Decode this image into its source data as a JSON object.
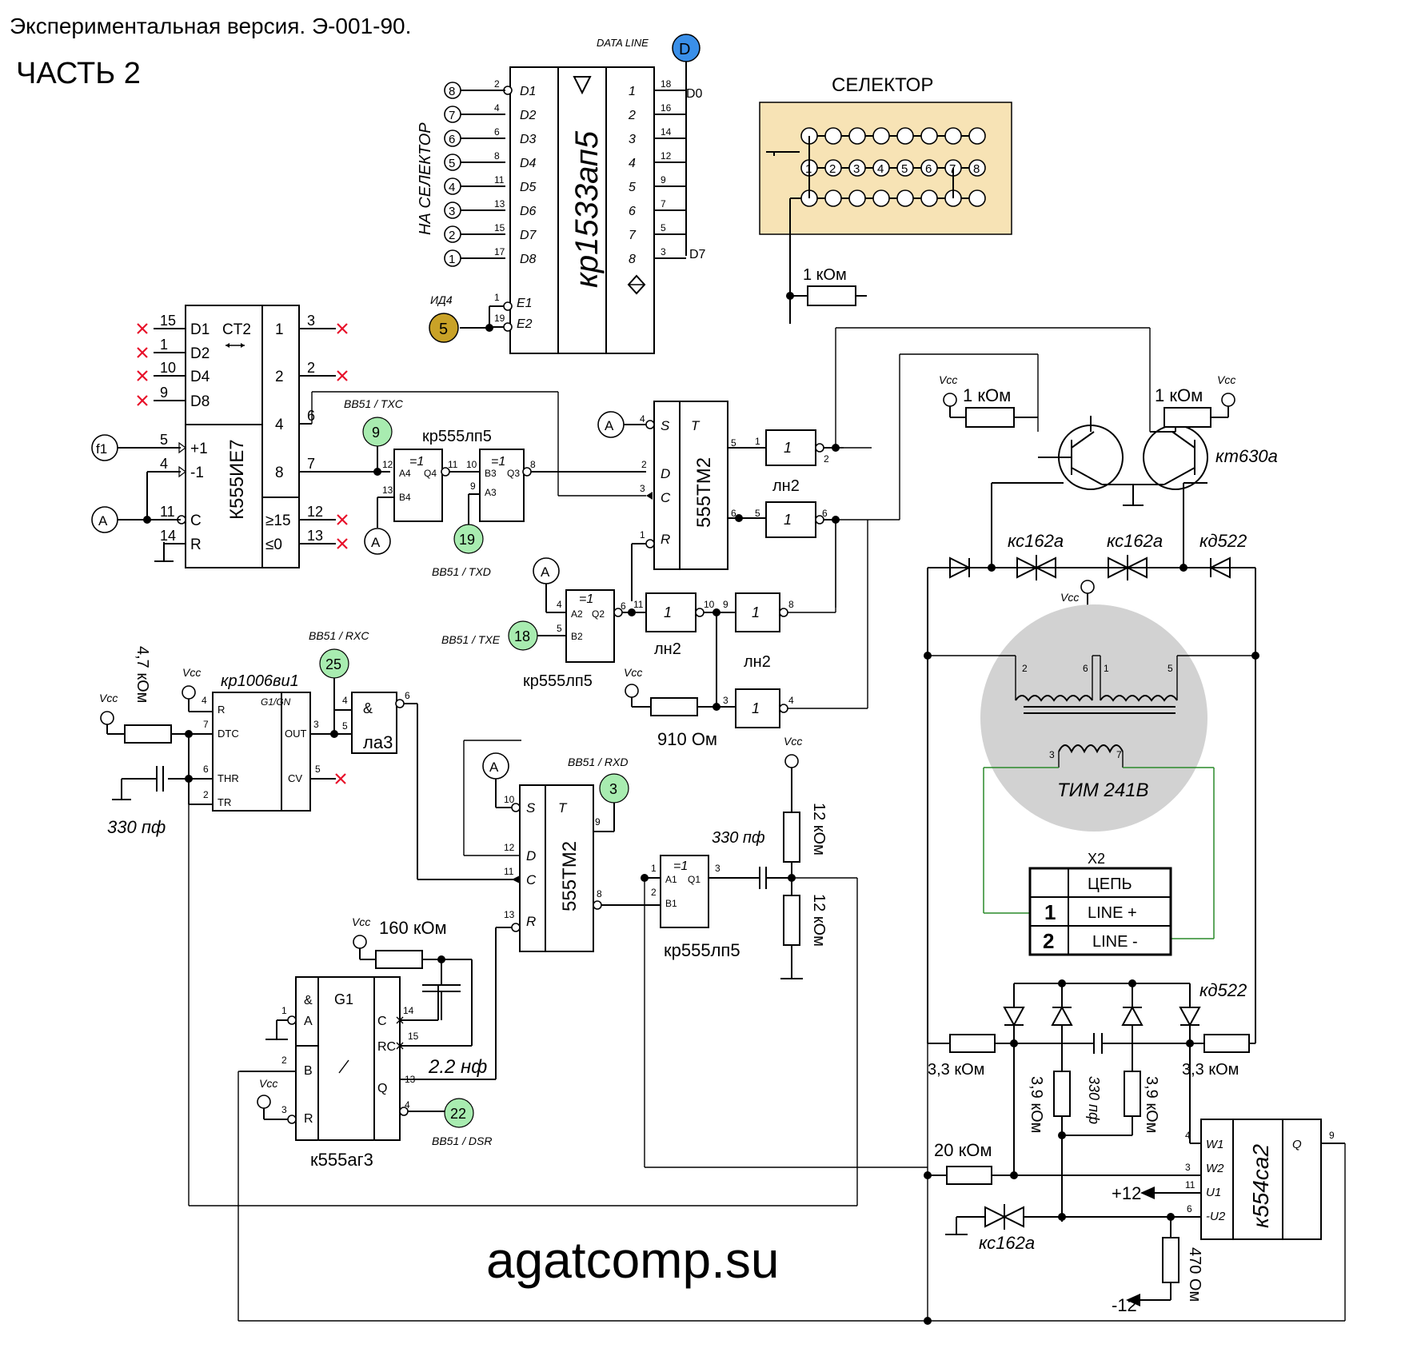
{
  "header": {
    "title": "Экспериментальная версия. Э-001-90.",
    "part": "ЧАСТЬ 2",
    "site": "agatcomp.su"
  },
  "colors": {
    "green_node": "#a8ecb0",
    "blue_node": "#3a8fe8",
    "gold_node": "#c9a227",
    "selector_bg": "#f7e3b5",
    "transformer_bg": "#d2d2d2",
    "no_connect": "#e8102a"
  },
  "labels": {
    "data_line": "DATA LINE",
    "na_selektor": "НА СЕЛЕКТОР",
    "id4": "ИД4",
    "selector": "СЕЛЕКТОР",
    "vcc": "Vcc",
    "f1": "f1",
    "node_A": "A",
    "node_D": "D",
    "d0": "D0",
    "d7": "D7",
    "plus12": "+12",
    "minus12": "-12"
  },
  "nodes": {
    "n9": "9",
    "n19": "19",
    "n18": "18",
    "n25": "25",
    "n3": "3",
    "n22": "22",
    "n5": "5"
  },
  "signals": {
    "txc": "BB51 / TXC",
    "txd": "BB51 / TXD",
    "txe": "BB51 / TXE",
    "rxc": "BB51 / RXC",
    "rxd": "BB51 / RXD",
    "dsr": "BB51 / DSR"
  },
  "chips": {
    "kp1533ap5": {
      "name": "кр1533ап5",
      "inputs": [
        "D1",
        "D2",
        "D3",
        "D4",
        "D5",
        "D6",
        "D7",
        "D8"
      ],
      "in_pins": [
        "2",
        "4",
        "6",
        "8",
        "11",
        "13",
        "15",
        "17"
      ],
      "outputs": [
        "1",
        "2",
        "3",
        "4",
        "5",
        "6",
        "7",
        "8"
      ],
      "out_pins": [
        "18",
        "16",
        "14",
        "12",
        "9",
        "7",
        "5",
        "3"
      ],
      "enables": [
        "E1",
        "E2"
      ],
      "en_pins": [
        "1",
        "19"
      ],
      "selector_nums": [
        "8",
        "7",
        "6",
        "5",
        "4",
        "3",
        "2",
        "1"
      ]
    },
    "k555ie7": {
      "name": "К555ИЕ7",
      "ct": "CT2",
      "left": [
        "D1",
        "D2",
        "D4",
        "D8",
        "+1",
        "-1",
        "C",
        "R"
      ],
      "left_pins": [
        "15",
        "1",
        "10",
        "9",
        "5",
        "4",
        "11",
        "14"
      ],
      "right": [
        "1",
        "2",
        "4",
        "8",
        "≥15",
        "≤0"
      ],
      "right_pins": [
        "3",
        "2",
        "6",
        "7",
        "12",
        "13"
      ]
    },
    "kp555lp5_a": {
      "name": "кр555лп5",
      "g1": "=1",
      "g2": "=1",
      "a4": "A4",
      "b4": "B4",
      "q4": "Q4",
      "b3": "B3",
      "a3": "A3",
      "q3": "Q3",
      "p12": "12",
      "p13": "13",
      "p11": "11",
      "p10": "10",
      "p9": "9",
      "p8": "8"
    },
    "tm2_top": {
      "name": "555ТМ2",
      "s": "S",
      "t": "T",
      "d": "D",
      "c": "C",
      "r": "R",
      "p4": "4",
      "p2": "2",
      "p3": "3",
      "p1": "1",
      "p5": "5",
      "p6": "6"
    },
    "ln2_a": {
      "name": "лн2",
      "one": "1",
      "p1": "1",
      "p2": "2"
    },
    "ln2_b": {
      "name": "лн2",
      "one": "1",
      "p5": "5",
      "p6": "6"
    },
    "kp555lp5_b": {
      "name": "кр555лп5",
      "g": "=1",
      "a2": "A2",
      "b2": "B2",
      "q2": "Q2",
      "p4": "4",
      "p5": "5",
      "p6": "6"
    },
    "ln2_c": {
      "name": "лн2",
      "one": "1",
      "p11": "11",
      "p10": "10"
    },
    "ln2_d": {
      "name": "лн2",
      "one": "1",
      "p9": "9",
      "p8": "8"
    },
    "ln2_e": {
      "one": "1",
      "p3": "3",
      "p4": "4"
    },
    "kp1006vi1": {
      "name": "кр1006ви1",
      "sub": "G1/GN",
      "r": "R",
      "dtc": "DTC",
      "thr": "THR",
      "tr": "TR",
      "out": "OUT",
      "cv": "CV",
      "p4": "4",
      "p7": "7",
      "p6": "6",
      "p2": "2",
      "p3": "3",
      "p5": "5"
    },
    "la3": {
      "name": "ла3",
      "g": "&",
      "p4": "4",
      "p5": "5",
      "p6": "6"
    },
    "tm2_bot": {
      "name": "555ТМ2",
      "s": "S",
      "t": "T",
      "d": "D",
      "c": "C",
      "r": "R",
      "p10": "10",
      "p9": "9",
      "p12": "12",
      "p11": "11",
      "p8": "8",
      "p13": "13"
    },
    "kp555lp5_c": {
      "name": "кр555лп5",
      "g": "=1",
      "a1": "A1",
      "b1": "B1",
      "q1": "Q1",
      "p1": "1",
      "p2": "2",
      "p3": "3"
    },
    "k555ag3": {
      "name": "к555аг3",
      "amp": "&",
      "a": "A",
      "b": "B",
      "r": "R",
      "g1": "G1",
      "c": "C",
      "rc": "RC",
      "q": "Q",
      "p1": "1",
      "p2": "2",
      "p3": "3",
      "p14": "14",
      "p15": "15",
      "p13": "13",
      "p4": "4"
    },
    "k554ca2": {
      "name": "к554са2",
      "w1": "W1",
      "w2": "W2",
      "u1": "U1",
      "u2": "-U2",
      "q": "Q",
      "p4": "4",
      "p3": "3",
      "p11": "11",
      "p6": "6",
      "p9": "9"
    }
  },
  "components": {
    "r_1k_sel": "1 кОм",
    "r_1k_l": "1 кОм",
    "r_1k_r": "1 кОм",
    "kt630a": "кт630а",
    "kc162a_1": "кс162а",
    "kc162a_2": "кс162а",
    "kd522_top": "кд522",
    "kd522_bot": "кд522",
    "r_47k": "4,7 кОм",
    "c_330_a": "330 пф",
    "r_910": "910 Ом",
    "c_330_b": "330 пф",
    "r_12k_a": "12 кОм",
    "r_12k_b": "12 кОм",
    "r_160k": "160 кОм",
    "c_22n": "2.2 нф",
    "transformer": "ТИМ 241В",
    "tr_p2": "2",
    "tr_p6": "6",
    "tr_p1": "1",
    "tr_p5": "5",
    "tr_p3": "3",
    "tr_p7": "7",
    "r_33k_a": "3,3 кОм",
    "r_33k_b": "3,3 кОм",
    "r_39k_a": "3,9 кОм",
    "r_39k_b": "3,9 кОм",
    "c_330_v": "330 пф",
    "r_20k": "20 кОм",
    "kc162a_3": "кс162а",
    "r_470": "470 Ом"
  },
  "connector": {
    "title": "X2",
    "header": "ЦЕПЬ",
    "rows": [
      {
        "num": "1",
        "name": "LINE +"
      },
      {
        "num": "2",
        "name": "LINE -"
      }
    ]
  }
}
